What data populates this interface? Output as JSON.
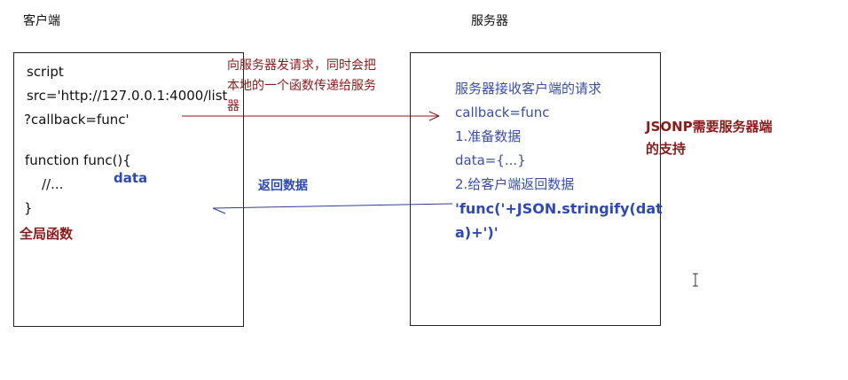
{
  "headings": {
    "client": "客户端",
    "server": "服务器"
  },
  "client_box": {
    "code_lines": [
      "script",
      "src='http://127.0.0.1:4000/list",
      "?callback=func'",
      "",
      "function func(){",
      "    //...",
      "}"
    ],
    "data_label": "data",
    "global_func_label": "全局函数"
  },
  "request_note": {
    "lines": [
      "向服务器发请求，同时会把",
      "本地的一个函数传递给服务",
      "器"
    ]
  },
  "return_label": "返回数据",
  "server_box": {
    "lines": [
      "服务器接收客户端的请求",
      "callback=func",
      "1.准备数据",
      "data={...}",
      "2.给客户端返回数据"
    ],
    "response_lines": [
      "'func('+JSON.stringify(dat",
      "a)+')'"
    ]
  },
  "jsonp_note": {
    "lines": [
      "JSONP需要服务器端",
      "的支持"
    ]
  },
  "colors": {
    "request_arrow": "#8b1a1a",
    "return_arrow": "#2e3f8f"
  },
  "icons": {
    "cursor": "text-cursor-icon"
  }
}
